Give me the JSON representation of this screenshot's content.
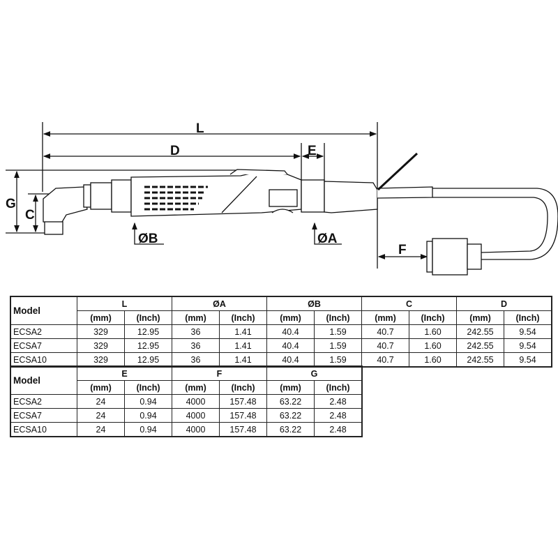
{
  "diagram": {
    "labels": {
      "L": "L",
      "D": "D",
      "E": "E",
      "G": "G",
      "C": "C",
      "B": "ØB",
      "A": "ØA",
      "F": "F"
    }
  },
  "table1": {
    "model_header": "Model",
    "groups": [
      "L",
      "ØA",
      "ØB",
      "C",
      "D"
    ],
    "units": [
      "(mm)",
      "(Inch)"
    ],
    "rows": [
      {
        "model": "ECSA2",
        "values": [
          "329",
          "12.95",
          "36",
          "1.41",
          "40.4",
          "1.59",
          "40.7",
          "1.60",
          "242.55",
          "9.54"
        ]
      },
      {
        "model": "ECSA7",
        "values": [
          "329",
          "12.95",
          "36",
          "1.41",
          "40.4",
          "1.59",
          "40.7",
          "1.60",
          "242.55",
          "9.54"
        ]
      },
      {
        "model": "ECSA10",
        "values": [
          "329",
          "12.95",
          "36",
          "1.41",
          "40.4",
          "1.59",
          "40.7",
          "1.60",
          "242.55",
          "9.54"
        ]
      }
    ]
  },
  "table2": {
    "model_header": "Model",
    "groups": [
      "E",
      "F",
      "G"
    ],
    "units": [
      "(mm)",
      "(Inch)"
    ],
    "rows": [
      {
        "model": "ECSA2",
        "values": [
          "24",
          "0.94",
          "4000",
          "157.48",
          "63.22",
          "2.48"
        ]
      },
      {
        "model": "ECSA7",
        "values": [
          "24",
          "0.94",
          "4000",
          "157.48",
          "63.22",
          "2.48"
        ]
      },
      {
        "model": "ECSA10",
        "values": [
          "24",
          "0.94",
          "4000",
          "157.48",
          "63.22",
          "2.48"
        ]
      }
    ]
  }
}
